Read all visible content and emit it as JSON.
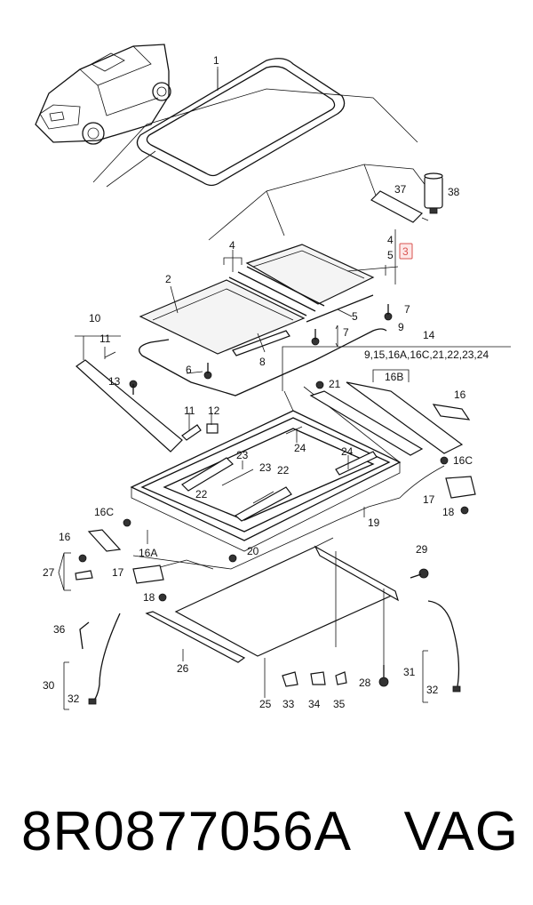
{
  "labels": {
    "l1": "1",
    "l2": "2",
    "l3": "3",
    "l4a": "4",
    "l4b": "4",
    "l5a": "5",
    "l5b": "5",
    "l6": "6",
    "l7a": "7",
    "l7b": "7",
    "l8": "8",
    "l9": "9",
    "l10": "10",
    "l11a": "11",
    "l11b": "11",
    "l12": "12",
    "l13": "13",
    "l14": "14",
    "l14sub": "9,15,16A,16C,21,22,23,24",
    "l16B": "16B",
    "l16a": "16",
    "l16b": "16",
    "l16C_a": "16C",
    "l16C_b": "16C",
    "l16A": "16A",
    "l17a": "17",
    "l17b": "17",
    "l18a": "18",
    "l18b": "18",
    "l19": "19",
    "l20": "20",
    "l21": "21",
    "l22a": "22",
    "l22b": "22",
    "l23a": "23",
    "l23b": "23",
    "l24a": "24",
    "l24b": "24",
    "l25": "25",
    "l26": "26",
    "l27": "27",
    "l28": "28",
    "l29": "29",
    "l30": "30",
    "l31": "31",
    "l32a": "32",
    "l32b": "32",
    "l33": "33",
    "l34": "34",
    "l35": "35",
    "l36": "36",
    "l37": "37",
    "l38": "38"
  },
  "caption": {
    "part_number": "8R0877056A",
    "brand": "VAG"
  },
  "highlight_color": "#d9534f"
}
